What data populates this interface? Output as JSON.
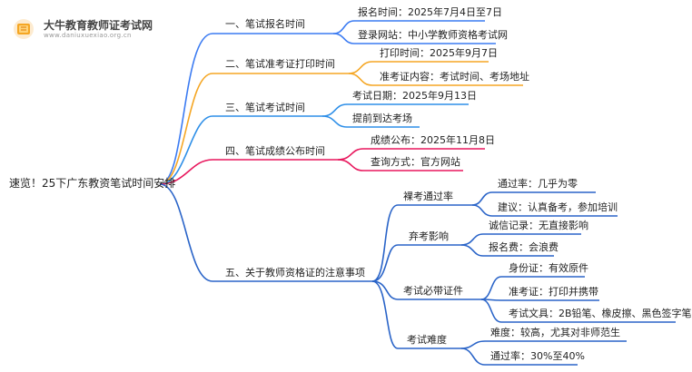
{
  "logo": {
    "title": "大牛教育教师证考试网",
    "url": "www.daniuxuexiao.org.cn"
  },
  "root": "速览！25下广东教资笔试时间安排",
  "colors": {
    "b1": "#3b7bf2",
    "b2": "#f5a623",
    "b3": "#2e8fe8",
    "b4": "#e8175d",
    "b5": "#2a64c8"
  },
  "branches": [
    {
      "label": "一、笔试报名时间",
      "children": [
        {
          "label": "报名时间：2025年7月4日至7日"
        },
        {
          "label": "登录网站：中小学教师资格考试网"
        }
      ]
    },
    {
      "label": "二、笔试准考证打印时间",
      "children": [
        {
          "label": "打印时间：2025年9月7日"
        },
        {
          "label": "准考证内容：考试时间、考场地址"
        }
      ]
    },
    {
      "label": "三、笔试考试时间",
      "children": [
        {
          "label": "考试日期：2025年9月13日"
        },
        {
          "label": "提前到达考场"
        }
      ]
    },
    {
      "label": "四、笔试成绩公布时间",
      "children": [
        {
          "label": "成绩公布：2025年11月8日"
        },
        {
          "label": "查询方式：官方网站"
        }
      ]
    },
    {
      "label": "五、关于教师资格证的注意事项",
      "children": [
        {
          "label": "裸考通过率",
          "children": [
            {
              "label": "通过率：几乎为零"
            },
            {
              "label": "建议：认真备考，参加培训"
            }
          ]
        },
        {
          "label": "弃考影响",
          "children": [
            {
              "label": "诚信记录：无直接影响"
            },
            {
              "label": "报名费：会浪费"
            }
          ]
        },
        {
          "label": "考试必带证件",
          "children": [
            {
              "label": "身份证：有效原件"
            },
            {
              "label": "准考证：打印并携带"
            },
            {
              "label": "考试文具：2B铅笔、橡皮擦、黑色签字笔"
            }
          ]
        },
        {
          "label": "考试难度",
          "children": [
            {
              "label": "难度：较高，尤其对非师范生"
            },
            {
              "label": "通过率：30%至40%"
            }
          ]
        }
      ]
    }
  ]
}
